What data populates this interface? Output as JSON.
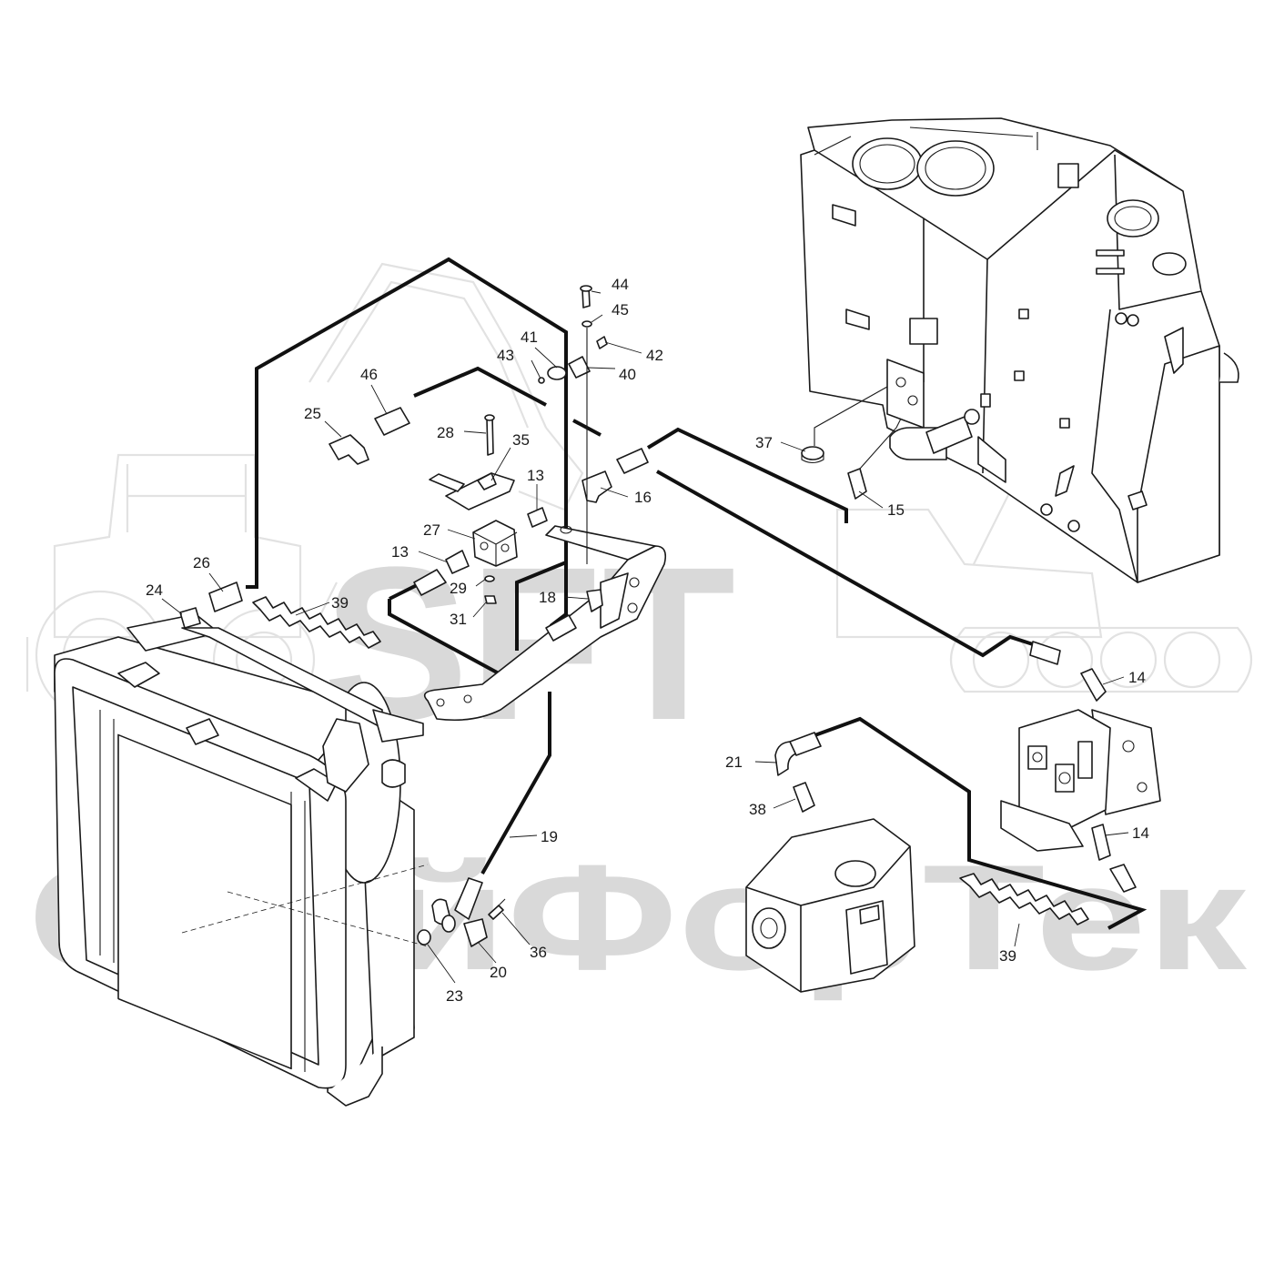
{
  "watermark": {
    "logo": "SFT",
    "brand": "СкайФорТек"
  },
  "callouts": [
    {
      "id": "c44",
      "text": "44"
    },
    {
      "id": "c45",
      "text": "45"
    },
    {
      "id": "c41",
      "text": "41"
    },
    {
      "id": "c43",
      "text": "43"
    },
    {
      "id": "c42",
      "text": "42"
    },
    {
      "id": "c40",
      "text": "40"
    },
    {
      "id": "c46",
      "text": "46"
    },
    {
      "id": "c25",
      "text": "25"
    },
    {
      "id": "c28",
      "text": "28"
    },
    {
      "id": "c35",
      "text": "35"
    },
    {
      "id": "c13a",
      "text": "13"
    },
    {
      "id": "c16",
      "text": "16"
    },
    {
      "id": "c27",
      "text": "27"
    },
    {
      "id": "c13b",
      "text": "13"
    },
    {
      "id": "c29",
      "text": "29"
    },
    {
      "id": "c18",
      "text": "18"
    },
    {
      "id": "c31",
      "text": "31"
    },
    {
      "id": "c26",
      "text": "26"
    },
    {
      "id": "c24",
      "text": "24"
    },
    {
      "id": "c39a",
      "text": "39"
    },
    {
      "id": "c37",
      "text": "37"
    },
    {
      "id": "c15",
      "text": "15"
    },
    {
      "id": "c14a",
      "text": "14"
    },
    {
      "id": "c21",
      "text": "21"
    },
    {
      "id": "c38",
      "text": "38"
    },
    {
      "id": "c14b",
      "text": "14"
    },
    {
      "id": "c19",
      "text": "19"
    },
    {
      "id": "c36",
      "text": "36"
    },
    {
      "id": "c20",
      "text": "20"
    },
    {
      "id": "c23",
      "text": "23"
    },
    {
      "id": "c39b",
      "text": "39"
    }
  ]
}
